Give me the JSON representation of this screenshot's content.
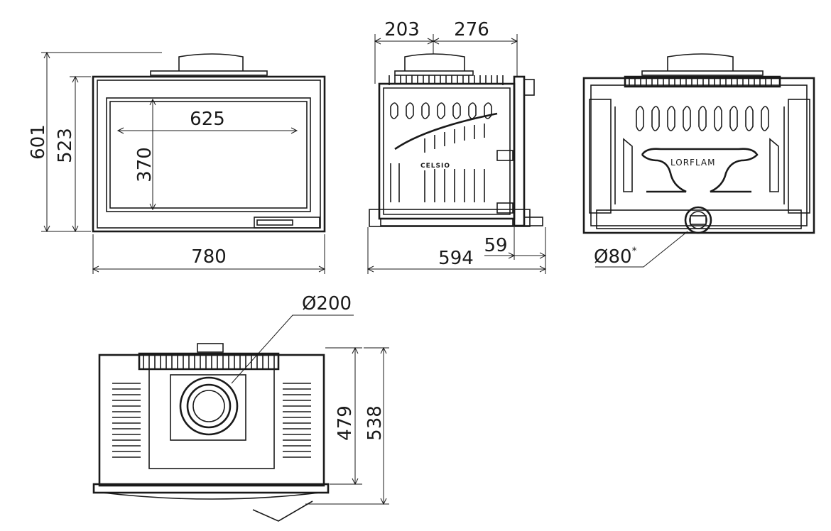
{
  "front_view": {
    "height_total": "601",
    "height_body": "523",
    "glass_width": "625",
    "glass_height": "370",
    "width": "780"
  },
  "side_view": {
    "offset_front": "203",
    "offset_back": "276",
    "depth": "594",
    "frame_depth": "59"
  },
  "rear_view": {
    "brand_plate": "LORFLAM",
    "outlet_diameter": "Ø80",
    "outlet_footnote": "*"
  },
  "top_view": {
    "flue_diameter": "Ø200",
    "depth_body": "479",
    "depth_total": "538"
  },
  "side_logo": "CELSIO"
}
